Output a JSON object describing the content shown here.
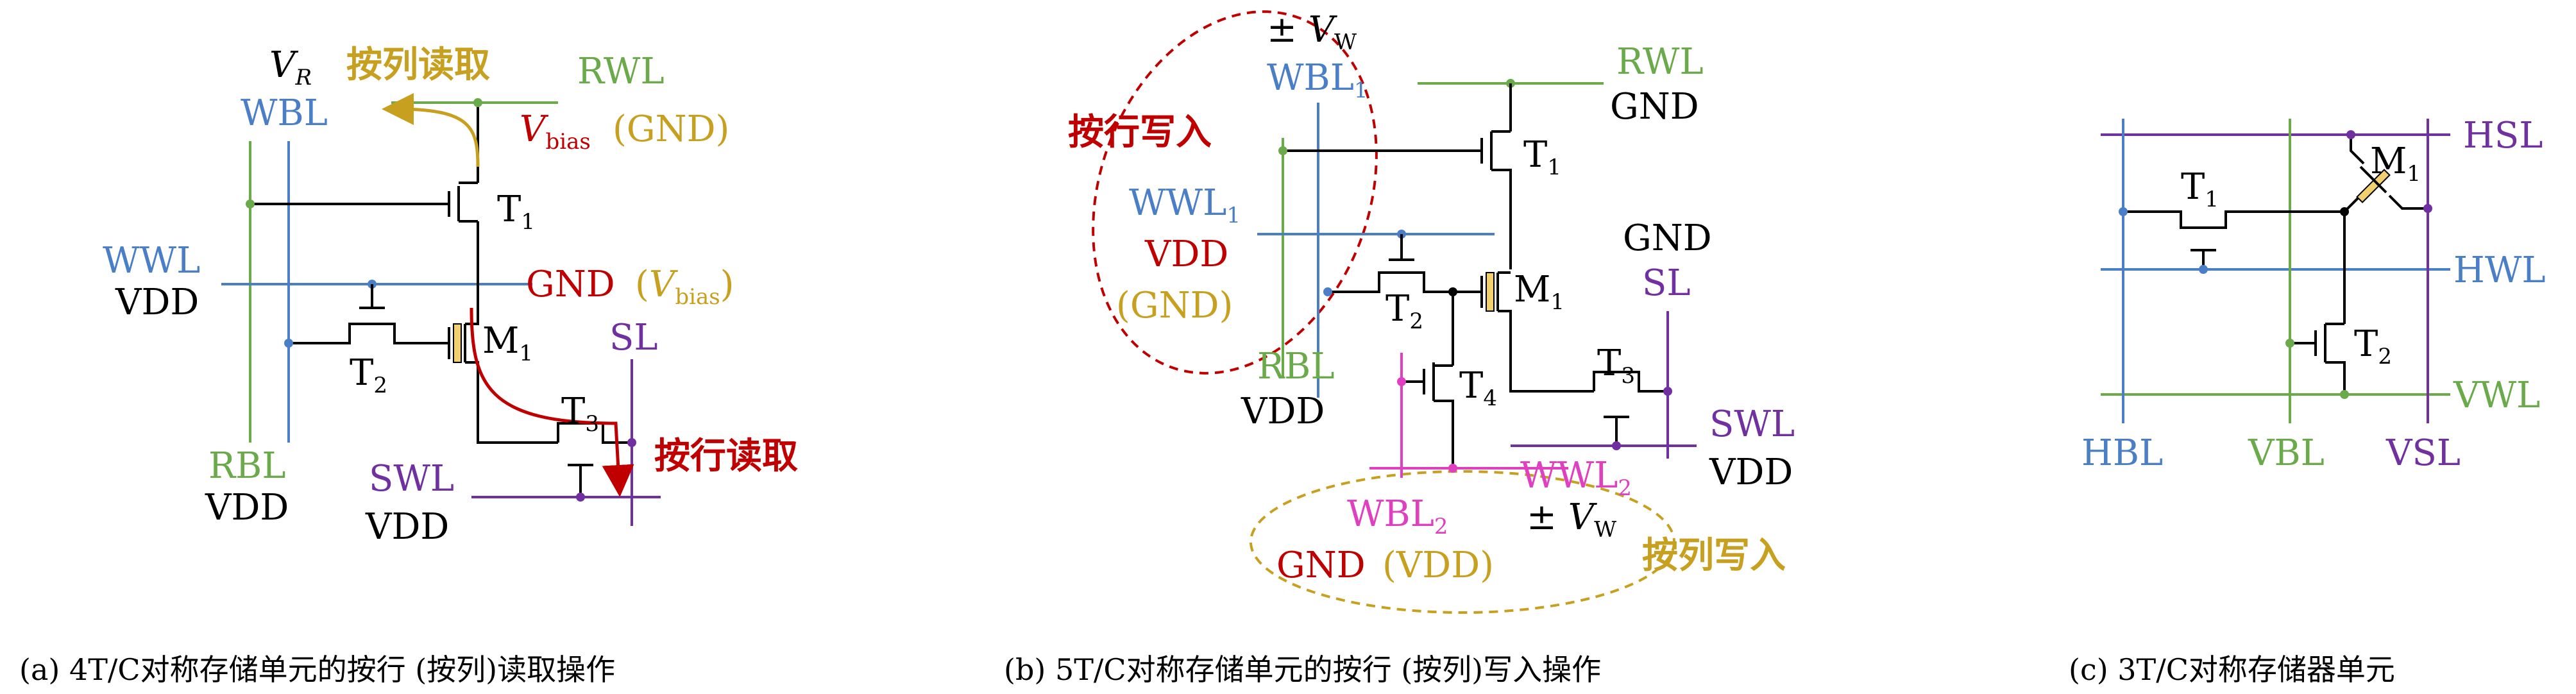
{
  "colors": {
    "blue": "#4a7fc8",
    "green": "#6aaa4a",
    "red": "#c00000",
    "gold": "#c8a020",
    "purple": "#7030a0",
    "pink": "#e040c0",
    "ferro": "#f2d070",
    "black": "#000000"
  },
  "panel_a": {
    "caption": "(a) 4T/C对称存储单元的按行 (按列)读取操作",
    "vr": "V",
    "vr_sub": "R",
    "col_read": "按列读取",
    "rwl": "RWL",
    "wbl": "WBL",
    "vbias": "V",
    "vbias_sub": "bias",
    "gnd_paren": "(GND)",
    "t1": "T",
    "t1_sub": "1",
    "wwl": "WWL",
    "wwl_v": "VDD",
    "gnd": "GND",
    "vbias2_open": "(",
    "vbias2": "V",
    "vbias2_sub": "bias",
    "vbias2_close": ")",
    "t2": "T",
    "t2_sub": "2",
    "m1": "M",
    "m1_sub": "1",
    "sl": "SL",
    "t3": "T",
    "t3_sub": "3",
    "row_read": "按行读取",
    "rbl": "RBL",
    "rbl_v": "VDD",
    "swl": "SWL",
    "swl_v": "VDD"
  },
  "panel_b": {
    "caption": "(b) 5T/C对称存储单元的按行 (按列)写入操作",
    "pm_vw": "± V",
    "pm_vw_sub": "W",
    "wbl1": "WBL",
    "wbl1_sub": "1",
    "row_write": "按行写入",
    "wwl1": "WWL",
    "wwl1_sub": "1",
    "vdd": "VDD",
    "gnd_paren": "(GND)",
    "rwl": "RWL",
    "rwl_v": "GND",
    "t1": "T",
    "t1_sub": "1",
    "gnd": "GND",
    "sl": "SL",
    "t2": "T",
    "t2_sub": "2",
    "m1": "M",
    "m1_sub": "1",
    "t3": "T",
    "t3_sub": "3",
    "t4": "T",
    "t4_sub": "4",
    "rbl": "RBL",
    "rbl_v": "VDD",
    "swl": "SWL",
    "swl_v": "VDD",
    "wwl2": "WWL",
    "wwl2_sub": "2",
    "wbl2": "WBL",
    "wbl2_sub": "2",
    "pm_vw2": "± V",
    "pm_vw2_sub": "W",
    "gnd_vdd_1": "GND",
    "gnd_vdd_2": "(VDD)",
    "col_write": "按列写入"
  },
  "panel_c": {
    "caption": "(c) 3T/C对称存储器单元",
    "t1": "T",
    "t1_sub": "1",
    "m1": "M",
    "m1_sub": "1",
    "t2": "T",
    "t2_sub": "2",
    "hsl": "HSL",
    "hwl": "HWL",
    "vwl": "VWL",
    "hbl": "HBL",
    "vbl": "VBL",
    "vsl": "VSL"
  }
}
